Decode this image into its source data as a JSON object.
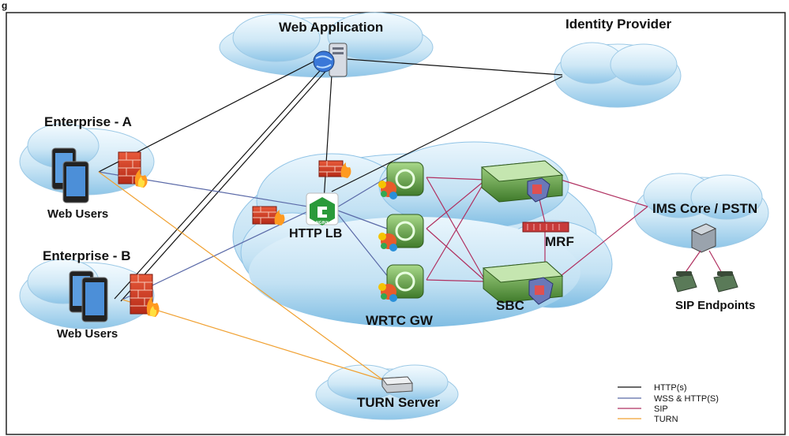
{
  "figure_label": "g",
  "colors": {
    "http": "#111111",
    "wss": "#5b6aa8",
    "sip": "#b03060",
    "turn": "#f0a030",
    "cloud": "#cfe8f6",
    "cloud_edge": "#8fc3e6"
  },
  "nodes": {
    "web_application": "Web Application",
    "identity_provider": "Identity Provider",
    "enterprise_a": "Enterprise - A",
    "enterprise_b": "Enterprise - B",
    "web_users_a": "Web Users",
    "web_users_b": "Web Users",
    "http_lb": "HTTP LB",
    "nginx_badge": "NGINX",
    "wrtc_gw": "WRTC GW",
    "sbc": "SBC",
    "mrf": "MRF",
    "ims_core": "IMS Core / PSTN",
    "sip_endpoints": "SIP Endpoints",
    "turn_server": "TURN Server"
  },
  "legend": [
    {
      "label": "HTTP(s)",
      "color": "#111111"
    },
    {
      "label": "WSS & HTTP(S)",
      "color": "#5b6aa8"
    },
    {
      "label": "SIP",
      "color": "#b03060"
    },
    {
      "label": "TURN",
      "color": "#f0a030"
    }
  ]
}
